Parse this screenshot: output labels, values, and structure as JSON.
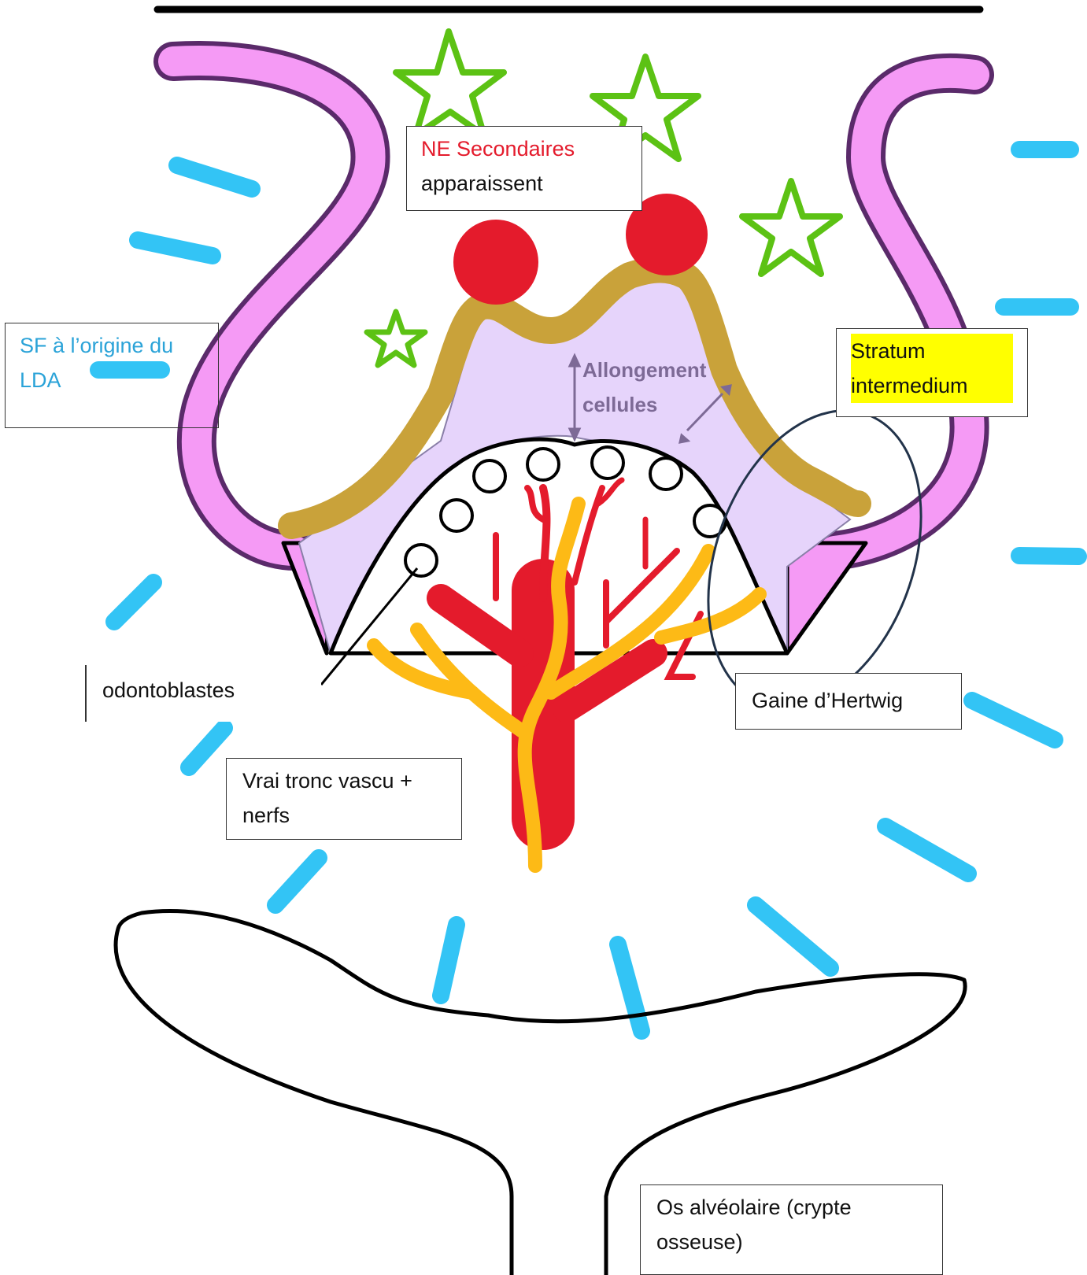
{
  "labels": {
    "ne_secondaires_red": "NE Secondaires",
    "ne_secondaires_black": "apparaissent",
    "sf_line1": "SF à l’origine du",
    "sf_line2": "LDA",
    "stratum_line1": "Stratum",
    "stratum_line2": "intermedium",
    "allongement_line1": "Allongement",
    "allongement_line2": "cellules",
    "odontoblastes": "odontoblastes",
    "gaine": "Gaine d’Hertwig",
    "vrai_tronc_line1": "Vrai tronc vascu +",
    "vrai_tronc_line2": "nerfs",
    "os_line1": "Os alvéolaire (crypte",
    "os_line2": "osseuse)"
  },
  "colors": {
    "pink_epithelium": "#f59af5",
    "purple_outline": "#5a2a6a",
    "lilac_odontoblast_layer": "#e6d4fb",
    "gold_stratum": "#c9a23a",
    "red_vessels": "#e41b2c",
    "yellow_nerves": "#fdba16",
    "cyan_ligament": "#33c4f5",
    "green_stars": "#5cc214",
    "label_blue": "#2ba3d8",
    "label_red": "#e41b2c",
    "label_purple": "#7d6a96",
    "highlight_yellow": "#ffff00"
  }
}
